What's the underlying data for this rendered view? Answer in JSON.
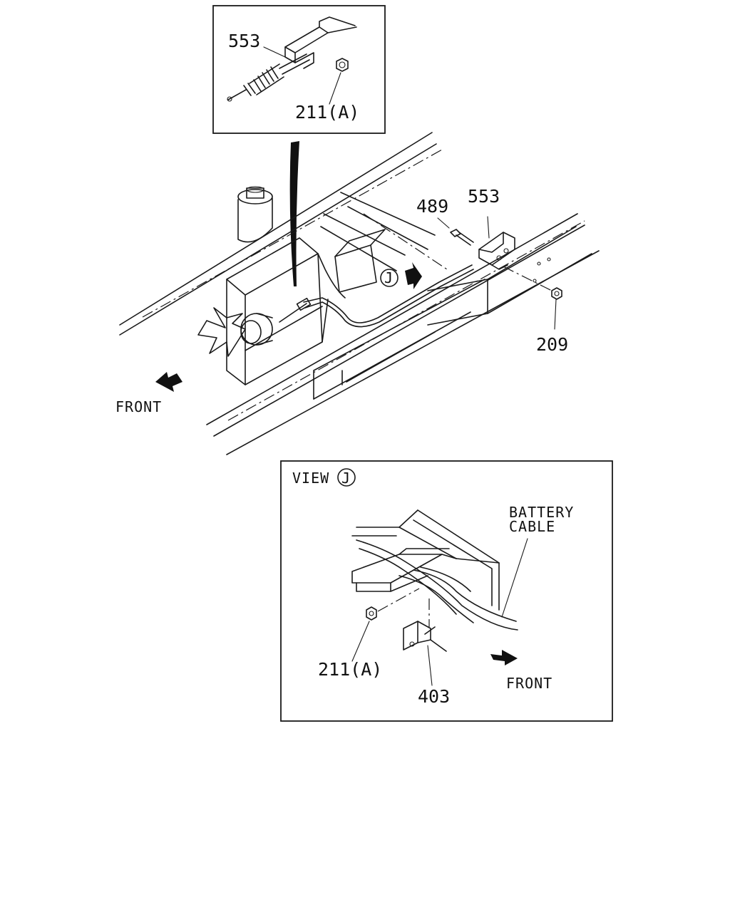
{
  "callouts": {
    "detail_553": "553",
    "detail_211a": "211(A)",
    "main_489": "489",
    "main_553": "553",
    "main_209": "209",
    "view_211a": "211(A)",
    "view_403": "403"
  },
  "labels": {
    "front_main": "FRONT",
    "front_view": "FRONT",
    "view_word": "VIEW",
    "view_letter": "J",
    "view_marker_letter": "J",
    "battery_line1": "BATTERY",
    "battery_line2": "CABLE"
  }
}
